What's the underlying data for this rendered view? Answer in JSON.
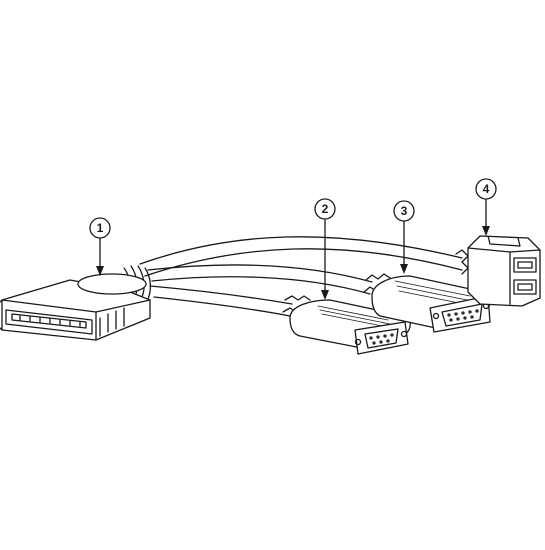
{
  "diagram": {
    "line_color": "#1a1a1a",
    "fill_color": "#ffffff",
    "callouts": [
      {
        "id": "1",
        "label": "1",
        "part": "shielded-connector"
      },
      {
        "id": "2",
        "label": "2",
        "part": "db9-serial-connector"
      },
      {
        "id": "3",
        "label": "3",
        "part": "db15-vga-connector"
      },
      {
        "id": "4",
        "label": "4",
        "part": "dual-usb-connector"
      }
    ]
  }
}
